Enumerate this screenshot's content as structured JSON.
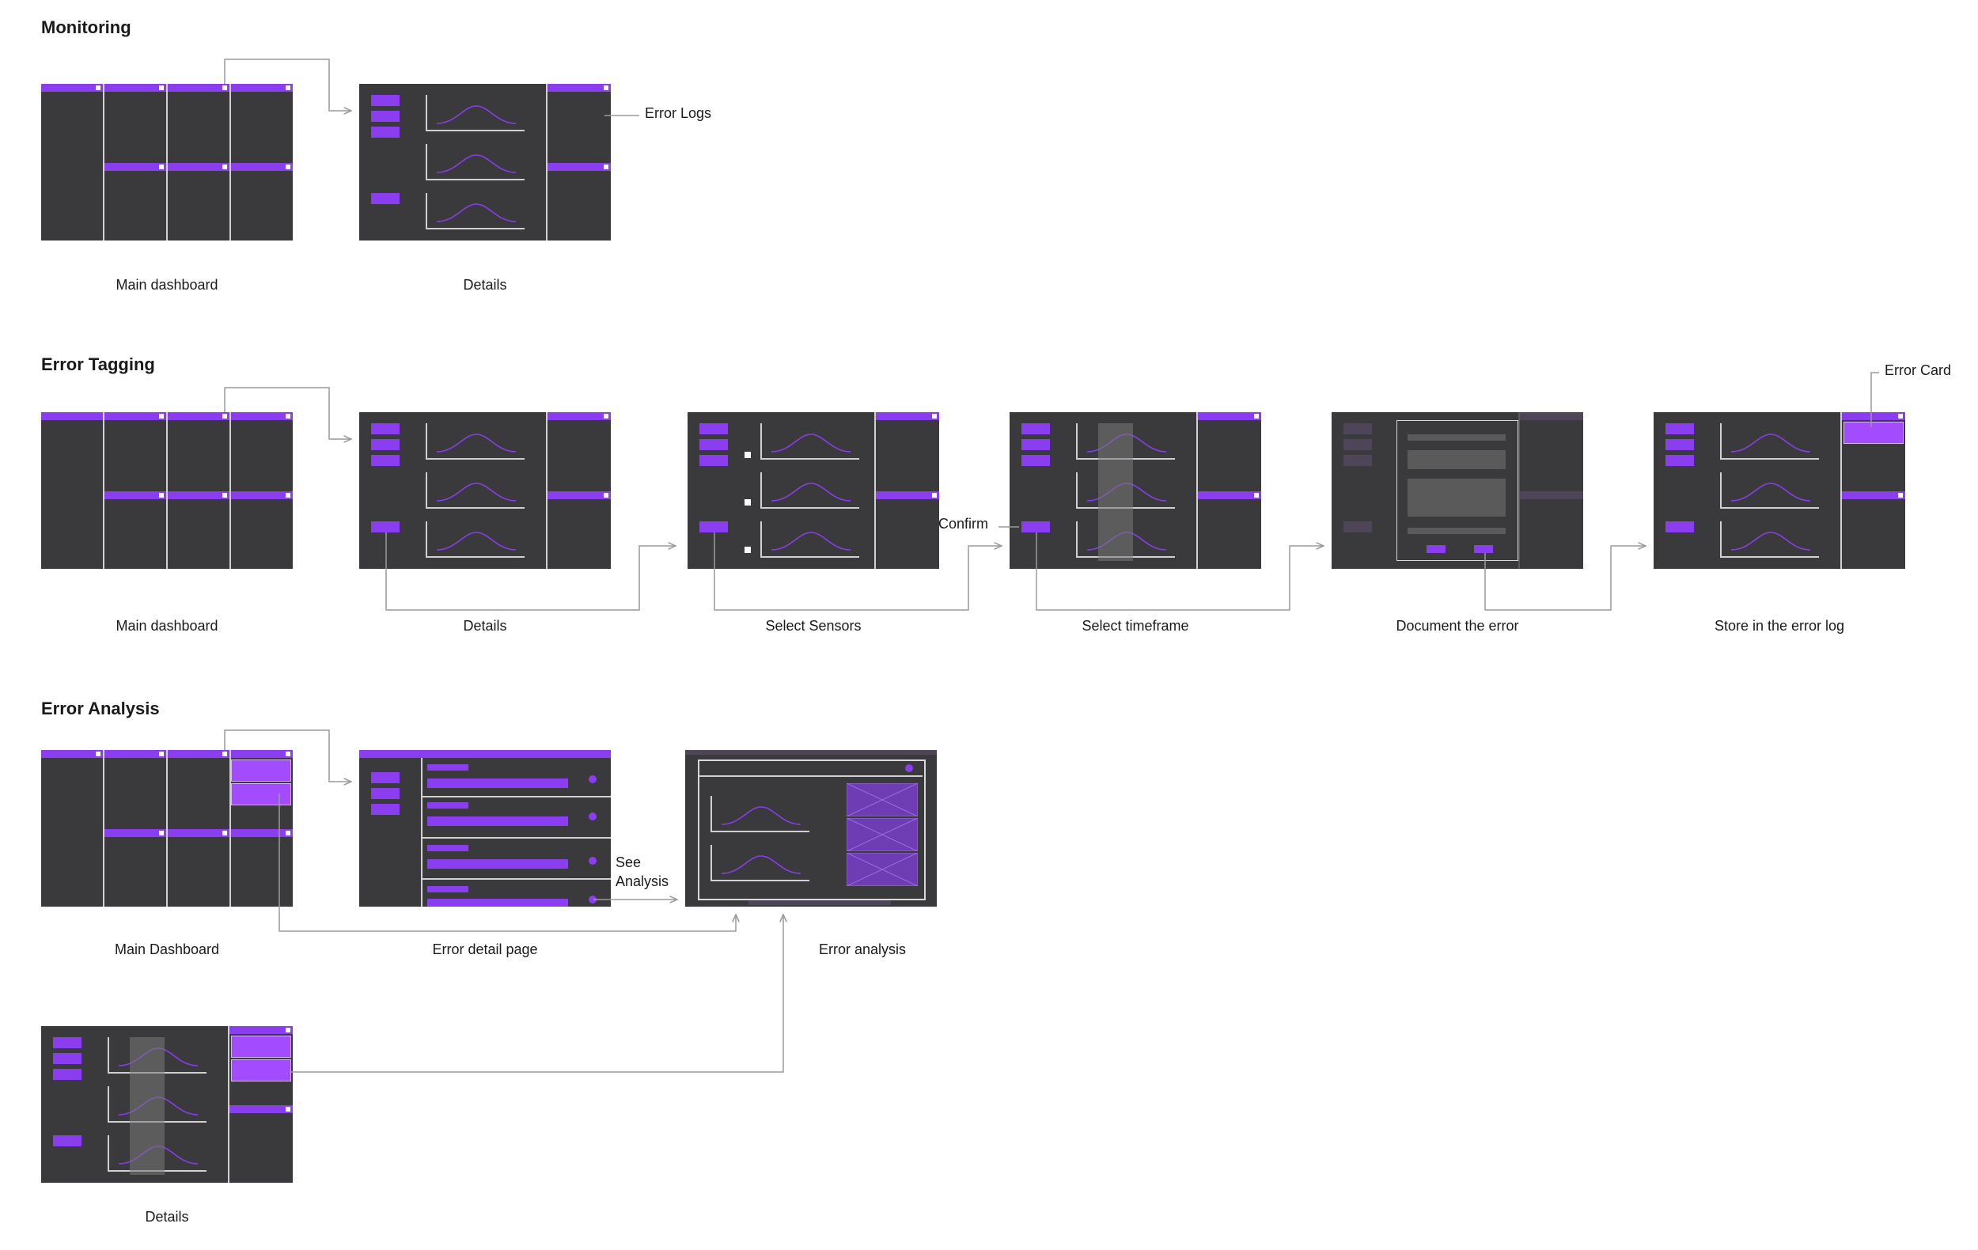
{
  "sections": {
    "monitoring": {
      "title": "Monitoring",
      "captions": [
        "Main dashboard",
        "Details"
      ],
      "annotation": "Error Logs"
    },
    "error_tagging": {
      "title": "Error Tagging",
      "captions": [
        "Main dashboard",
        "Details",
        "Select Sensors",
        "Select timeframe",
        "Document the error",
        "Store in the error log"
      ],
      "annotations": {
        "confirm": "Confirm",
        "error_card": "Error Card"
      }
    },
    "error_analysis": {
      "title": "Error Analysis",
      "captions": [
        "Main Dashboard",
        "Error detail page",
        "Error analysis",
        "Details"
      ],
      "annotation_line1": "See",
      "annotation_line2": "Analysis"
    }
  },
  "colors": {
    "accent": "#8a3ef0",
    "screen_bg": "#3a3a3c",
    "connector": "#9a9a9a"
  }
}
